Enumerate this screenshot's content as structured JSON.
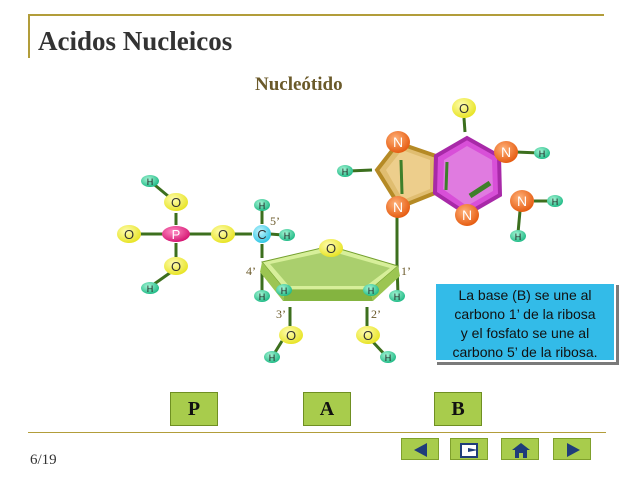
{
  "slide": {
    "title": "Acidos Nucleicos",
    "subtitle": "Nucleótido",
    "page_indicator": "6/19"
  },
  "molecule": {
    "phosphate": {
      "center": "P",
      "oxygens": [
        "O",
        "O",
        "O",
        "O"
      ],
      "hydrogens": [
        "H",
        "H"
      ]
    },
    "carbon5": "C",
    "carbon_labels": [
      "5’",
      "4’",
      "3’",
      "2’",
      "1’"
    ],
    "ring_oxygen": "O",
    "sugar_hydrogens": [
      "H",
      "H",
      "H",
      "H",
      "H",
      "H"
    ],
    "hydroxyl_oxygens": [
      "O",
      "O"
    ],
    "hydroxyl_hydrogens": [
      "H",
      "H"
    ],
    "base_nitrogens": [
      "N",
      "N",
      "N",
      "N",
      "N"
    ],
    "base_oxygen": "O",
    "base_hydrogens": [
      "H",
      "H",
      "H",
      "H"
    ],
    "colors": {
      "phosphorus": "#e8187f",
      "oxygen": "#f2ef3a",
      "hydrogen": "#2fd39b",
      "carbon": "#4fd6ee",
      "nitrogen": "#f06a14",
      "sugar_ring": "#9fce6a",
      "imidazole_ring": "#d9b66b",
      "pyrimidine_ring": "#d255d8"
    }
  },
  "note": {
    "lines": [
      "La base (B) se une al",
      "carbono 1’ de la ribosa",
      "y el fosfato se une al",
      "carbono 5’ de la ribosa."
    ]
  },
  "buttons": {
    "p": "P",
    "a": "A",
    "b": "B"
  },
  "nav_icons": [
    "previous-arrow-icon",
    "return-icon",
    "home-icon",
    "next-arrow-icon"
  ]
}
